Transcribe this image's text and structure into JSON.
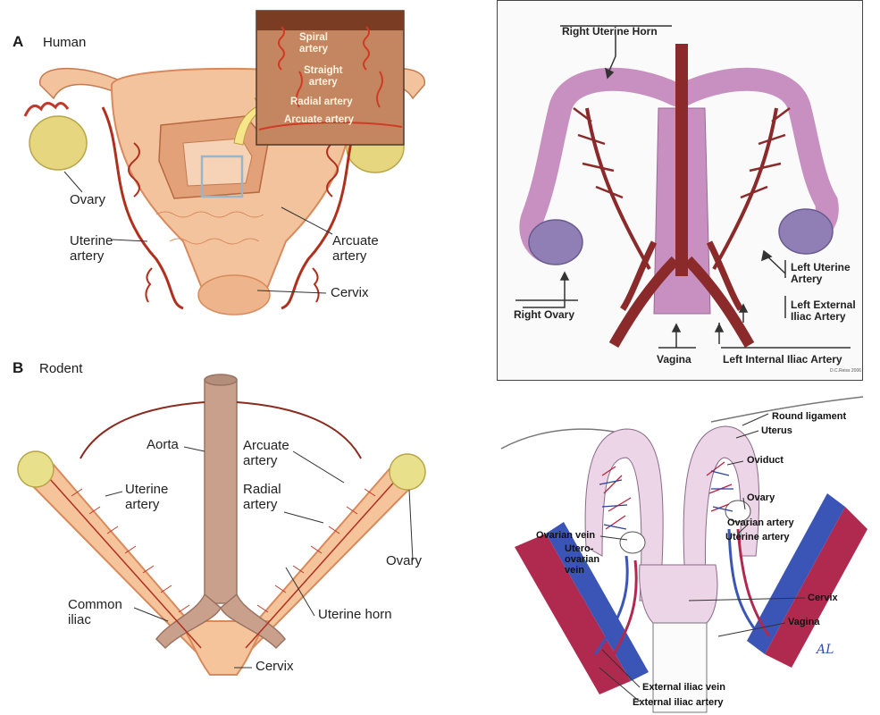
{
  "panel_a": {
    "letter": "A",
    "title": "Human",
    "labels": {
      "ovary": "Ovary",
      "uterine_artery": "Uterine\nartery",
      "arcuate_artery": "Arcuate\nartery",
      "cervix": "Cervix"
    },
    "inset": {
      "spiral": "Spiral\nartery",
      "straight": "Straight\nartery",
      "radial": "Radial artery",
      "arcuate": "Arcuate artery"
    }
  },
  "panel_b": {
    "letter": "B",
    "title": "Rodent",
    "labels": {
      "aorta": "Aorta",
      "arcuate_artery": "Arcuate\nartery",
      "uterine_artery": "Uterine\nartery",
      "radial_artery": "Radial\nartery",
      "ovary": "Ovary",
      "common_iliac": "Common\niliac",
      "uterine_horn": "Uterine horn",
      "cervix": "Cervix"
    }
  },
  "panel_c": {
    "labels": {
      "right_uterine_horn": "Right Uterine Horn",
      "left_uterine_artery": "Left Uterine\nArtery",
      "left_external_iliac": "Left External\nIliac Artery",
      "right_ovary": "Right Ovary",
      "vagina": "Vagina",
      "left_internal_iliac": "Left Internal Iliac Artery"
    },
    "credit": "D.C.Reiss 2006"
  },
  "panel_d": {
    "labels": {
      "round_ligament": "Round ligament",
      "uterus": "Uterus",
      "oviduct": "Oviduct",
      "ovary": "Ovary",
      "ovarian_artery": "Ovarian artery",
      "uterine_artery": "Uterine artery",
      "ovarian_vein": "Ovarian vein",
      "utero_ovarian_vein": "Utero-\novarian\nvein",
      "cervix": "Cervix",
      "vagina": "Vagina",
      "external_iliac_vein": "External iliac vein",
      "external_iliac_artery": "External iliac artery"
    },
    "signature": "AL"
  },
  "colors": {
    "tissue": "#f2c39c",
    "tissue_dark": "#d98a5c",
    "artery_red": "#b0301e",
    "ovary_yellow": "#e6d680",
    "mouse_uterus": "#c890c0",
    "mouse_ovary": "#8f7fb5",
    "mouse_artery": "#8b2a2a",
    "iliac_blue": "#3a55b5",
    "iliac_red": "#b02a50"
  }
}
